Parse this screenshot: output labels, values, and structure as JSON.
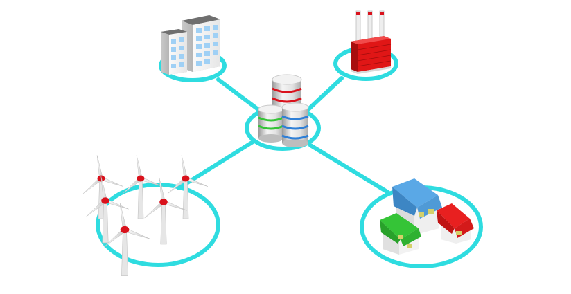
{
  "diagram": {
    "hub": {
      "icon": "database-servers-icon"
    },
    "nodes": [
      {
        "id": "office-buildings",
        "icon": "office-building-icon"
      },
      {
        "id": "factory",
        "icon": "factory-icon"
      },
      {
        "id": "wind-farm",
        "icon": "wind-turbine-icon"
      },
      {
        "id": "houses",
        "icon": "house-icon"
      }
    ]
  },
  "colors": {
    "ring": "#2fdce0",
    "ring_shadow": "#1fb8c2",
    "factory_red": "#e01616",
    "house_blue": "#5aa8e6",
    "house_green": "#35c437",
    "house_red": "#e82020",
    "turbine_hub": "#d9121c",
    "building_gray": "#d8d8d8"
  }
}
